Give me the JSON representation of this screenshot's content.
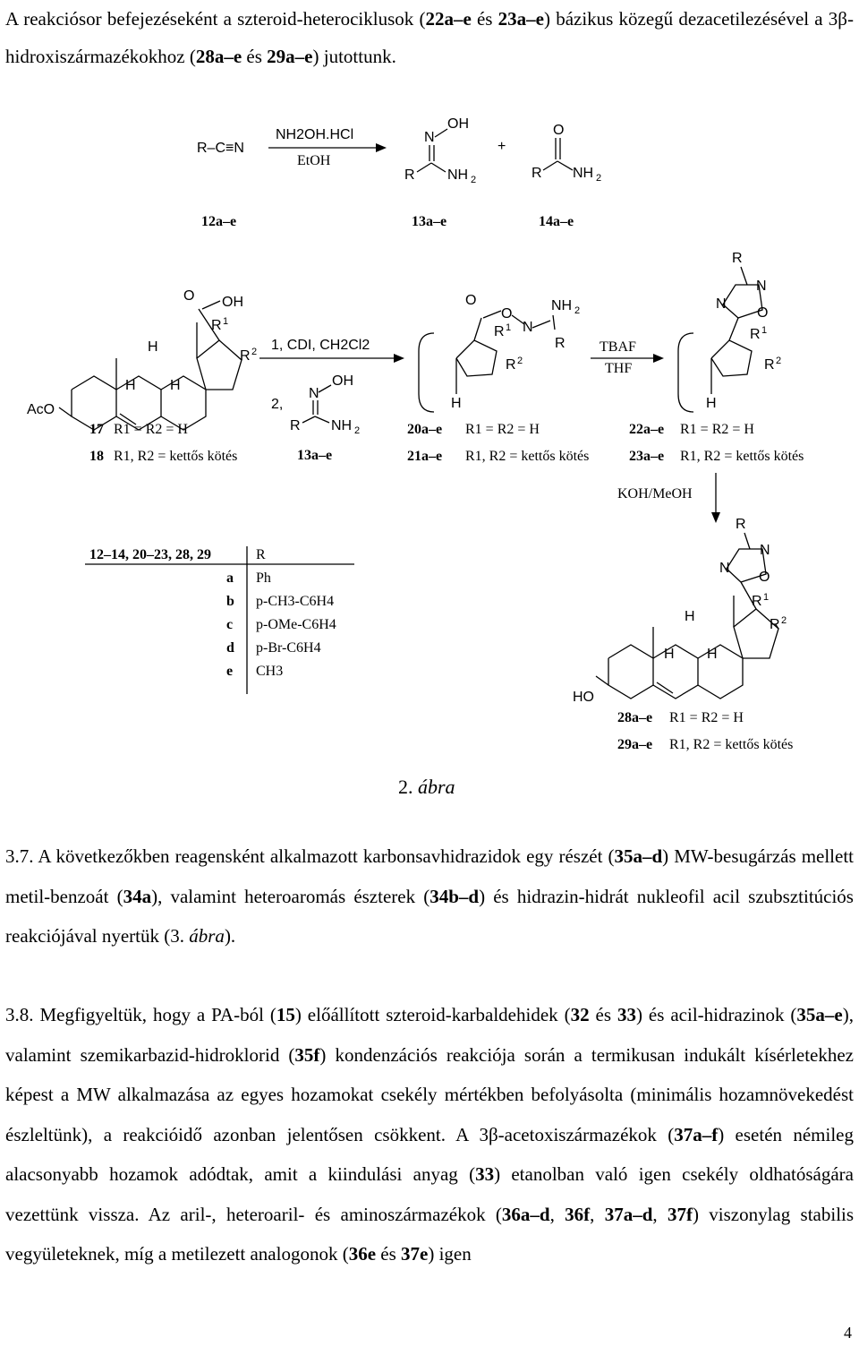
{
  "intro": {
    "t1": "A reakciósor befejezéseként a szteroid-heterociklusok (",
    "b1": "22a",
    "dash1": "–",
    "b2": "e",
    "t2": " és ",
    "b3": "23a",
    "dash2": "–",
    "b4": "e",
    "t3": ") bázikus közegű dezacetilezésével a 3β-hidroxiszármazékokhoz (",
    "b5": "28a",
    "dash3": "–",
    "b6": "e",
    "t4": " és ",
    "b7": "29a",
    "dash4": "–",
    "b8": "e",
    "t5": ") jutottunk."
  },
  "scheme": {
    "nitrile": "R–C≡N",
    "reagent1": "NH2OH.HCl",
    "solvent1": "EtOH",
    "plus": "+",
    "lbl_12": "12a–e",
    "lbl_13": "13a–e",
    "lbl_14": "14a–e",
    "step_a": "1, CDI, CH2Cl2",
    "step_b": "2,",
    "tbaf": "TBAF",
    "thf": "THF",
    "koh": "KOH/MeOH",
    "acO": "AcO",
    "hO": "HO",
    "lbl17_num": "17",
    "lbl17_txt": "R1 = R2 = H",
    "lbl18_num": "18",
    "lbl18_txt": "R1, R2 = kettős kötés",
    "lbl20_num": "20a–e",
    "lbl20_txt": "R1 = R2 = H",
    "lbl21_num": "21a–e",
    "lbl21_txt": "R1, R2 = kettős kötés",
    "lbl22_num": "22a–e",
    "lbl22_txt": "R1 = R2 = H",
    "lbl23_num": "23a–e",
    "lbl23_txt": "R1, R2 = kettős kötés",
    "lbl28_num": "28a–e",
    "lbl28_txt": "R1 = R2 = H",
    "lbl29_num": "29a–e",
    "lbl29_txt": "R1, R2 = kettős kötés",
    "table": {
      "header_left": "12–14, 20–23, 28, 29",
      "header_right": "R",
      "rows": [
        {
          "key": "a",
          "val": "Ph"
        },
        {
          "key": "b",
          "val": "p-CH3-C6H4"
        },
        {
          "key": "c",
          "val": "p-OMe-C6H4"
        },
        {
          "key": "d",
          "val": "p-Br-C6H4"
        },
        {
          "key": "e",
          "val": "CH3"
        }
      ]
    }
  },
  "caption": {
    "num": "2.",
    "word": "ábra"
  },
  "para1": {
    "t1": "3.7. A következőkben reagensként alkalmazott karbonsavhidrazidok egy részét (",
    "b1": "35a–d",
    "t2": ") MW-besugárzás mellett metil-benzoát (",
    "b2": "34a",
    "t3": "), valamint heteroaromás észterek (",
    "b3": "34b–d",
    "t4": ") és hidrazin-hidrát nukleofil acil szubsztitúciós reakciójával nyertük (3. ",
    "i1": "ábra",
    "t5": ")."
  },
  "para2": {
    "t1": "3.8. Megfigyeltük, hogy a PA-ból (",
    "b1": "15",
    "t2": ") előállított szteroid-karbaldehidek (",
    "b2": "32",
    "t3": " és ",
    "b3": "33",
    "t4": ") és acil-hidrazinok (",
    "b4": "35a–e",
    "t5": "), valamint szemikarbazid-hidroklorid (",
    "b5": "35f",
    "t6": ") kondenzációs reakciója során a termikusan indukált kísérletekhez képest a MW alkalmazása az egyes hozamokat csekély mértékben befolyásolta (minimális hozamnövekedést észleltünk), a reakcióidő azonban jelentősen csökkent. A 3β-acetoxiszármazékok (",
    "b6": "37a–f",
    "t7": ") esetén némileg alacsonyabb hozamok adódtak, amit a kiindulási anyag (",
    "b7": "33",
    "t8": ") etanolban való igen csekély oldhatóságára vezettünk vissza. Az aril-, heteroaril- és aminoszármazékok (",
    "b8": "36a–d",
    "t9": ", ",
    "b9": "36f",
    "t10": ", ",
    "b10": "37a–d",
    "t11": ", ",
    "b11": "37f",
    "t12": ") viszonylag stabilis vegyületeknek, míg a metilezett analogonok (",
    "b12": "36e",
    "t13": " és ",
    "b13": "37e",
    "t14": ") igen"
  },
  "page_number": "4"
}
